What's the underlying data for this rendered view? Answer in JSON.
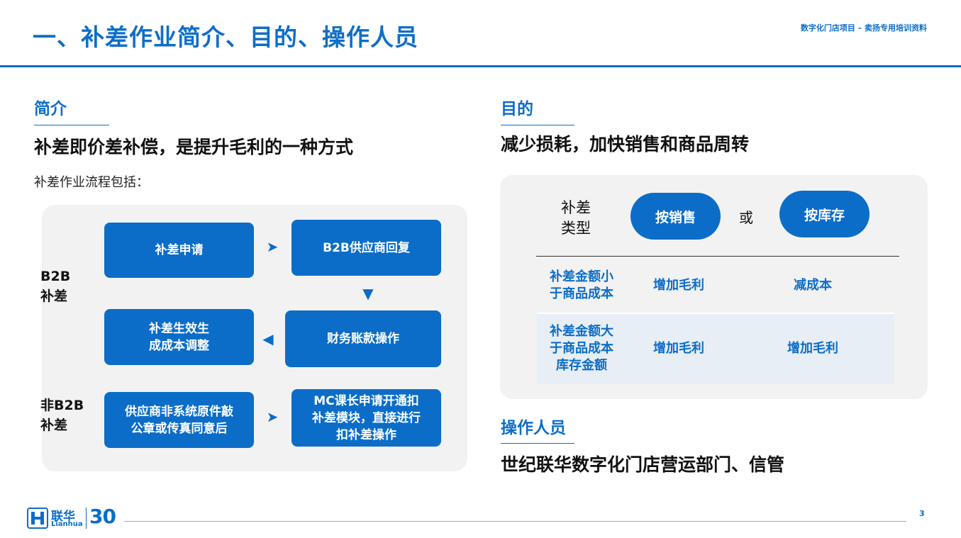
{
  "header": {
    "title": "一、补差作业简介、目的、操作人员",
    "project": "数字化门店项目 – 卖扬专用培训资料"
  },
  "intro": {
    "heading": "简介",
    "lead": "补差即价差补偿，是提升毛利的一种方式",
    "flow_caption": "补差作业流程包括："
  },
  "flow": {
    "b2b_label_line1": "B2B",
    "b2b_label_line2": "补差",
    "non_b2b_label_line1": "非B2B",
    "non_b2b_label_line2": "补差",
    "step_apply": "补差申请",
    "step_supplier_reply": "B2B供应商回复",
    "step_finance": "财务账款操作",
    "step_effect_line1": "补差生效生",
    "step_effect_line2": "成成本调整",
    "step_nonb2b_supplier_line1": "供应商非系统原件敲",
    "step_nonb2b_supplier_line2": "公章或传真同意后",
    "step_mc_line1": "MC课长申请开通扣",
    "step_mc_line2": "补差模块，直接进行",
    "step_mc_line3": "扣补差操作"
  },
  "purpose": {
    "heading": "目的",
    "lead": "减少损耗，加快销售和商品周转",
    "type_label_line1": "补差",
    "type_label_line2": "类型",
    "by_sales": "按销售",
    "or": "或",
    "by_stock": "按库存",
    "rows": [
      {
        "cond_line1": "补差金额小",
        "cond_line2": "于商品成本",
        "cond_line3": "",
        "sales": "增加毛利",
        "stock": "减成本"
      },
      {
        "cond_line1": "补差金额大",
        "cond_line2": "于商品成本",
        "cond_line3": "库存金额",
        "sales": "增加毛利",
        "stock": "增加毛利"
      }
    ]
  },
  "operators": {
    "heading": "操作人员",
    "lead": "世纪联华数字化门店营运部门、信管"
  },
  "footer": {
    "logo_cn": "联华",
    "logo_en": "Lianhua",
    "anniversary": "30",
    "page": "3"
  },
  "colors": {
    "brand_blue": "#0b6dc8",
    "panel_gray": "#f2f2f2",
    "row_tint": "#e8eef5"
  },
  "icons": {
    "right_arrow": "arrow-right-icon",
    "down_arrow": "arrow-down-icon",
    "left_arrow": "arrow-left-icon",
    "logo": "lianhua-logo-icon"
  }
}
